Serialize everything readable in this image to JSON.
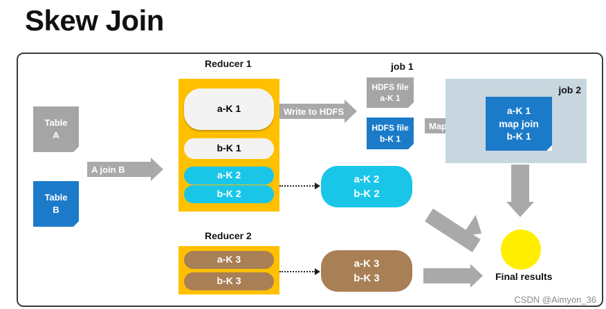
{
  "title": "Skew Join",
  "reducer1": {
    "label": "Reducer 1",
    "items": [
      "a-K 1",
      "b-K 1",
      "a-K 2",
      "b-K 2"
    ]
  },
  "reducer2": {
    "label": "Reducer 2",
    "items": [
      "a-K 3",
      "b-K 3"
    ]
  },
  "tables": [
    "Table\nA",
    "Table\nB"
  ],
  "arrows": {
    "a_join_b": "A join B",
    "write_to_hdfs": "Write to HDFS",
    "map_join": "Map join"
  },
  "job1": {
    "label": "job 1",
    "files": [
      "HDFS file\na-K 1",
      "HDFS file\nb-K 1"
    ]
  },
  "job2": {
    "label": "job 2",
    "box": "a-K 1\nmap join\nb-K 1"
  },
  "skew_k2_box": "a-K 2\nb-K 2",
  "skew_k3_box": "a-K 3\nb-K 3",
  "final_results": "Final results",
  "watermark": "CSDN @Aimyon_36",
  "colors": {
    "reducer_bg": "#ffc000",
    "cyan": "#1ac6e8",
    "brown": "#a97f55",
    "blue": "#1c7bc9",
    "gray": "#a5a5a5",
    "job2_bg": "#c8d6df",
    "result_yellow": "#ffee00"
  }
}
